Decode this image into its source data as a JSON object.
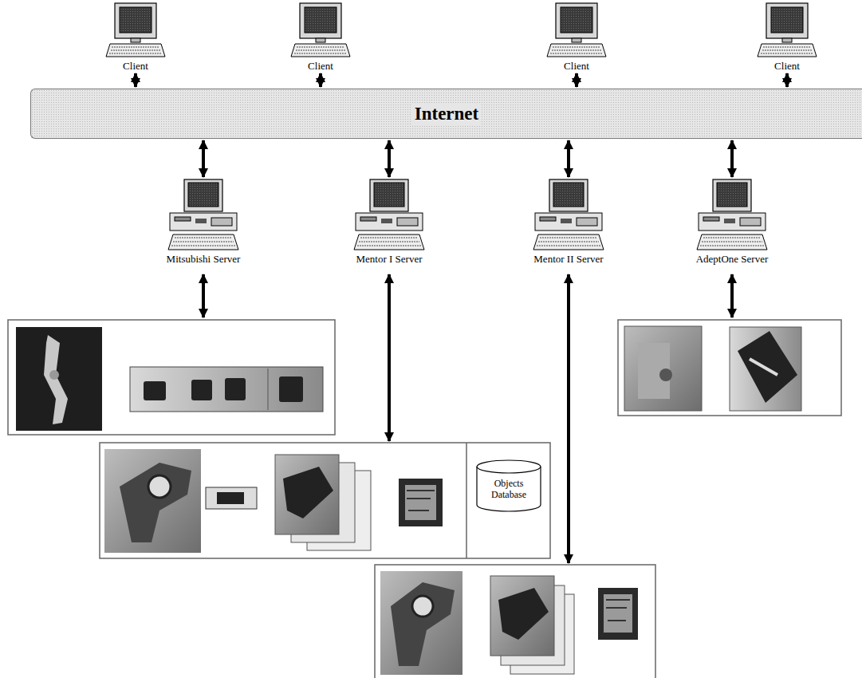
{
  "diagram": {
    "nodes": [
      {
        "text": [
          "Client"
        ]
      },
      {
        "text": [
          "Client"
        ]
      },
      {
        "text": [
          "Client"
        ]
      },
      {
        "text": [
          "Client"
        ]
      },
      {
        "text": [
          "Internet"
        ]
      },
      {
        "text": [
          "Mitsubishi Server"
        ]
      },
      {
        "text": [
          "Mentor I Server"
        ]
      },
      {
        "text": [
          "Mentor II Server"
        ]
      },
      {
        "text": [
          "AdeptOne Server"
        ]
      },
      {
        "text": [
          "Objects Database"
        ]
      }
    ],
    "edges": [
      {
        "from": 0,
        "to": 4,
        "arrow": "both"
      },
      {
        "from": 1,
        "to": 4,
        "arrow": "both"
      },
      {
        "from": 2,
        "to": 4,
        "arrow": "both"
      },
      {
        "from": 3,
        "to": 4,
        "arrow": "both"
      },
      {
        "from": 4,
        "to": 5,
        "arrow": "both"
      },
      {
        "from": 4,
        "to": 6,
        "arrow": "both"
      },
      {
        "from": 4,
        "to": 7,
        "arrow": "both"
      },
      {
        "from": 4,
        "to": 8,
        "arrow": "both"
      }
    ]
  }
}
